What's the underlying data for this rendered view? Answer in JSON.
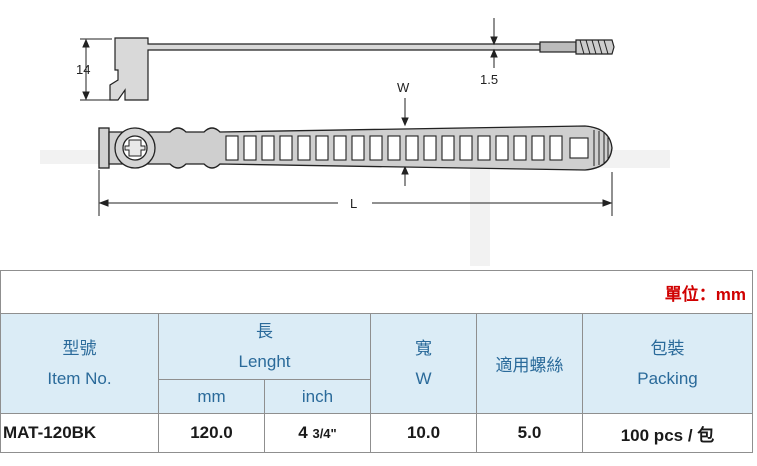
{
  "drawing": {
    "dim_height": "14",
    "dim_thickness": "1.5",
    "dim_width": "W",
    "dim_length": "L"
  },
  "table": {
    "unit_label": "單位：mm",
    "headers": {
      "model_zh": "型號",
      "model_en": "Item No.",
      "length_zh": "長",
      "length_en": "Lenght",
      "length_mm": "mm",
      "length_inch": "inch",
      "width_zh": "寬",
      "width_en": "W",
      "screw": "適用螺絲",
      "packing_zh": "包裝",
      "packing_en": "Packing"
    },
    "row": {
      "item_no": "MAT-120BK",
      "length_mm": "120.0",
      "length_inch_whole": "4",
      "length_inch_frac": "3/4\"",
      "width": "10.0",
      "screw": "5.0",
      "packing": "100 pcs / 包"
    }
  },
  "colors": {
    "header_bg": "#dbecf6",
    "header_text": "#2a6a9a",
    "unit_text": "#d00000"
  }
}
